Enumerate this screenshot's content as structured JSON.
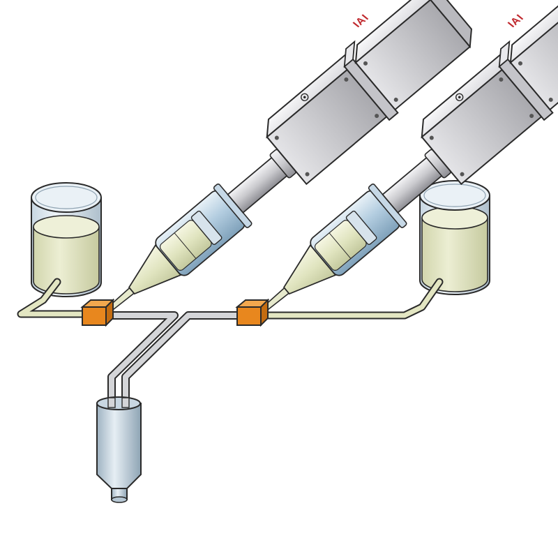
{
  "diagram": {
    "brand_label_left": "IAI",
    "brand_label_right": "IAI"
  },
  "colors": {
    "outline": "#2a2a2a",
    "housing_light": "#f1f1f3",
    "housing_mid": "#cfcfd3",
    "housing_dark": "#9c9ca2",
    "brand": "#c0282d",
    "barrel": "#a9c6dc",
    "liquid": "#dfe3bf",
    "glass": "#dde8ef",
    "coupler": "#e8871e",
    "tube_grey": "#cfd0d3",
    "tube_fluid": "#e3e6c2"
  },
  "components": [
    {
      "name": "actuator-left"
    },
    {
      "name": "actuator-right"
    },
    {
      "name": "syringe-left"
    },
    {
      "name": "syringe-right"
    },
    {
      "name": "reservoir-left"
    },
    {
      "name": "reservoir-right"
    },
    {
      "name": "valve-left"
    },
    {
      "name": "valve-right"
    },
    {
      "name": "mixing-nozzle"
    }
  ]
}
